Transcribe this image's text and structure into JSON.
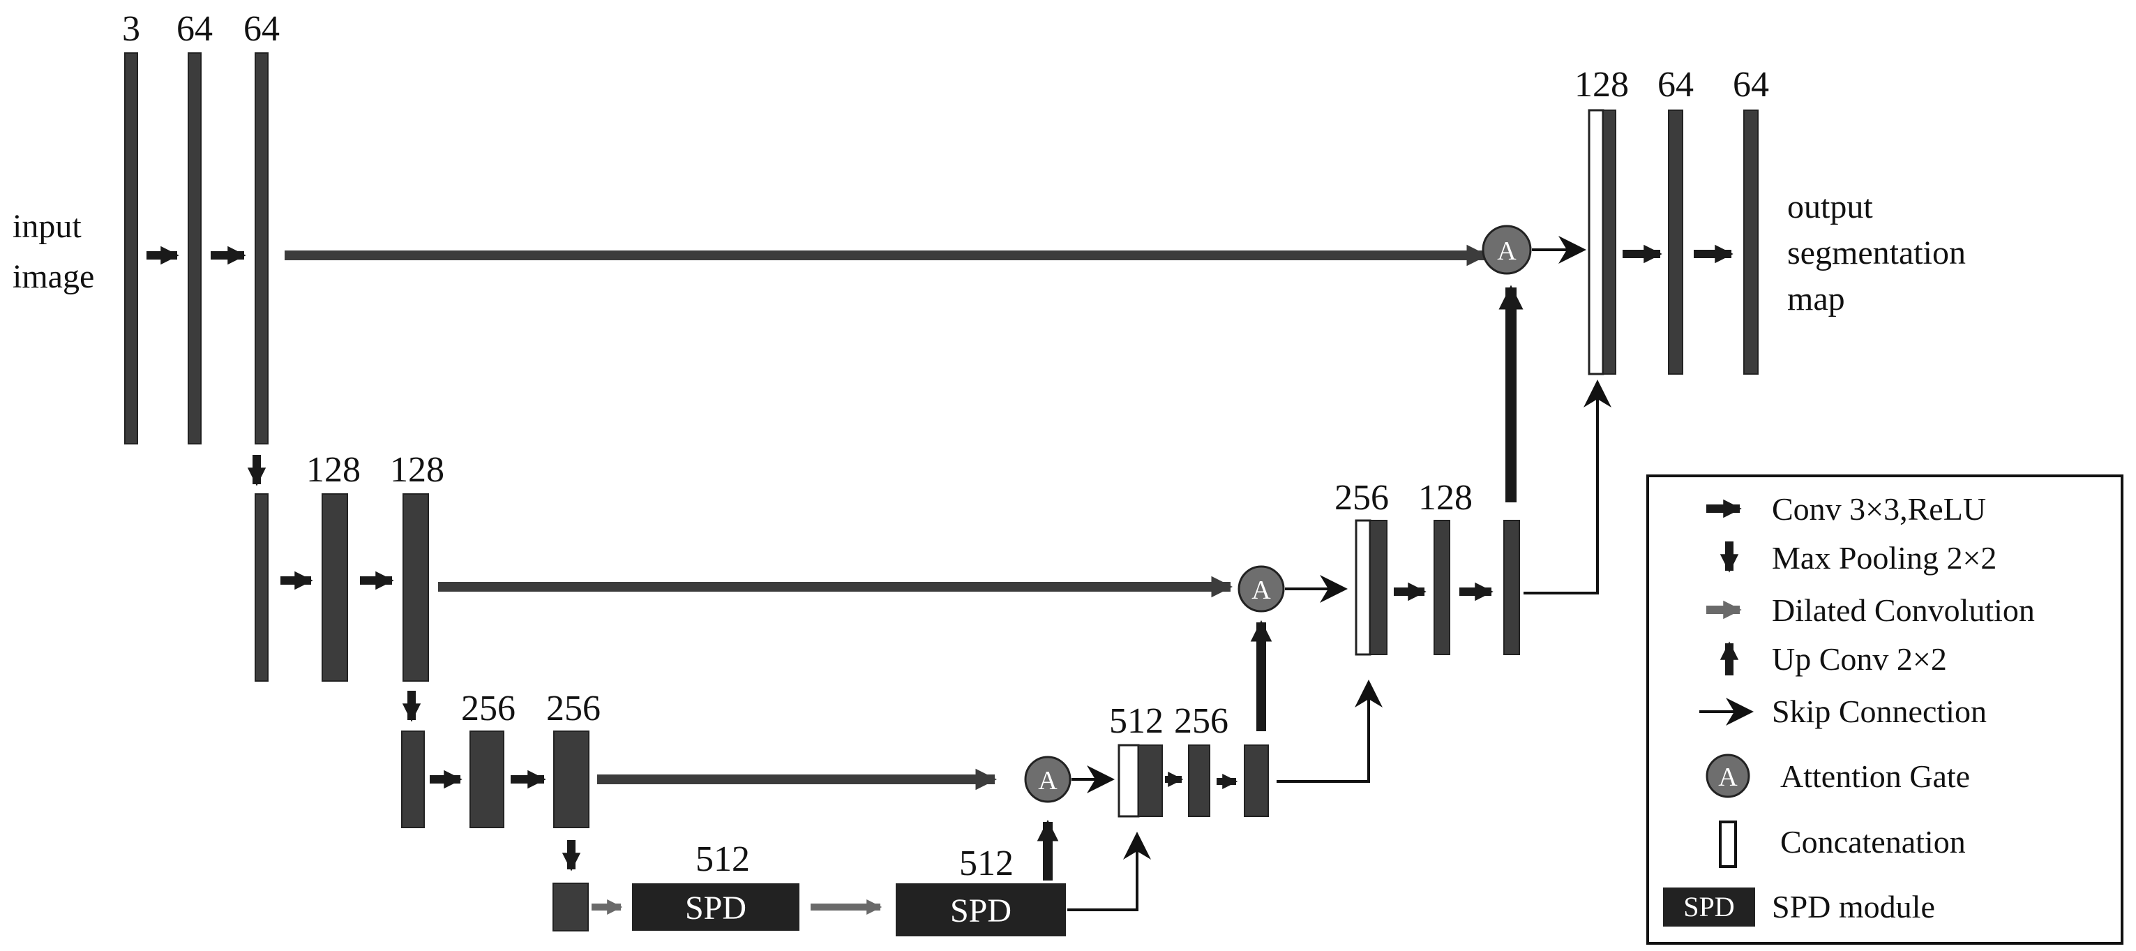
{
  "channels": {
    "enc1": [
      "3",
      "64",
      "64"
    ],
    "enc2": [
      "128",
      "128"
    ],
    "enc3": [
      "256",
      "256"
    ],
    "bottleneck": [
      "512",
      "512"
    ],
    "dec3": [
      "512",
      "256"
    ],
    "dec2": [
      "256",
      "128"
    ],
    "dec1": [
      "128",
      "64",
      "64"
    ]
  },
  "input_label": [
    "input",
    "image"
  ],
  "output_label": [
    "output",
    "segmentation",
    "map"
  ],
  "spd_block_label": "SPD",
  "gate_symbol": "A",
  "legend": {
    "items": [
      {
        "label": "Conv 3×3,ReLU"
      },
      {
        "label": "Max Pooling 2×2"
      },
      {
        "label": "Dilated Convolution"
      },
      {
        "label": "Up Conv 2×2"
      },
      {
        "label": "Skip Connection"
      },
      {
        "label": "Attention Gate"
      },
      {
        "label": "Concatenation"
      },
      {
        "label": "SPD module"
      }
    ]
  },
  "colors": {
    "block": "#3c3c3c",
    "arrow": "#1a1a1a",
    "dilated": "#6a6a6a",
    "gate": "#6e6e6e",
    "spd": "#222222"
  }
}
